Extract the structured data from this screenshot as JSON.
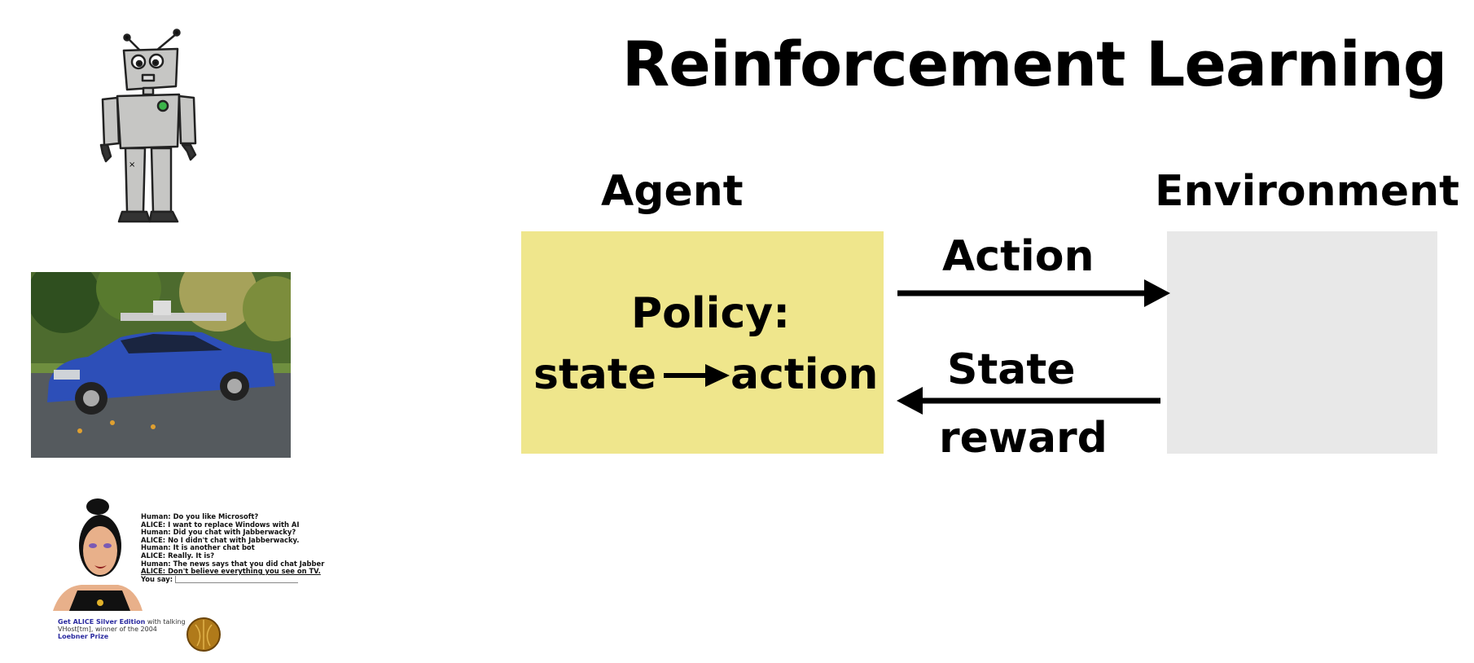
{
  "title": "Reinforcement Learning",
  "diagram": {
    "agent_header": "Agent",
    "environment_header": "Environment",
    "policy_label": "Policy:",
    "policy_state": "state",
    "policy_action": "action",
    "action_arrow_label": "Action",
    "state_arrow_label": "State",
    "reward_arrow_label": "reward",
    "colors": {
      "agent_box": "#efe68c",
      "environment_box": "#e8e8e8",
      "arrows": "#000000"
    }
  },
  "pictures": {
    "robot": "robot-cartoon",
    "car": "autonomous-car-photo",
    "alice": {
      "chat": [
        "Human: Do you like Microsoft?",
        "ALICE: I want to replace Windows with AI",
        "Human: Did you chat with Jabberwacky?",
        "ALICE: No I didn't chat with Jabberwacky.",
        "Human: It is another chat bot",
        "ALICE: Really. It is?",
        "Human: The news says that you did chat Jabber",
        "ALICE: Don't believe everything you see on TV."
      ],
      "you_say": "You say:",
      "promo_link": "Get ALICE Silver Edition",
      "promo_text_1": " with talking",
      "promo_text_2": "VHost[tm], winner of the 2004",
      "promo_link_2": "Loebner Prize"
    }
  }
}
